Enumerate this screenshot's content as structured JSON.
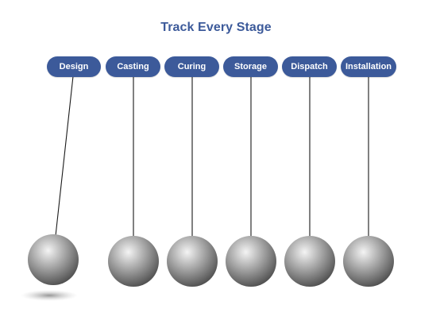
{
  "title": "Track Every Stage",
  "stages": [
    {
      "label": "Design"
    },
    {
      "label": "Casting"
    },
    {
      "label": "Curing"
    },
    {
      "label": "Storage"
    },
    {
      "label": "Dispatch"
    },
    {
      "label": "Installation"
    }
  ],
  "colors": {
    "accent": "#3c5a9a",
    "string": "#1a1a1a",
    "ball_light": "#f2f2f2",
    "ball_dark": "#5a5a5a"
  }
}
